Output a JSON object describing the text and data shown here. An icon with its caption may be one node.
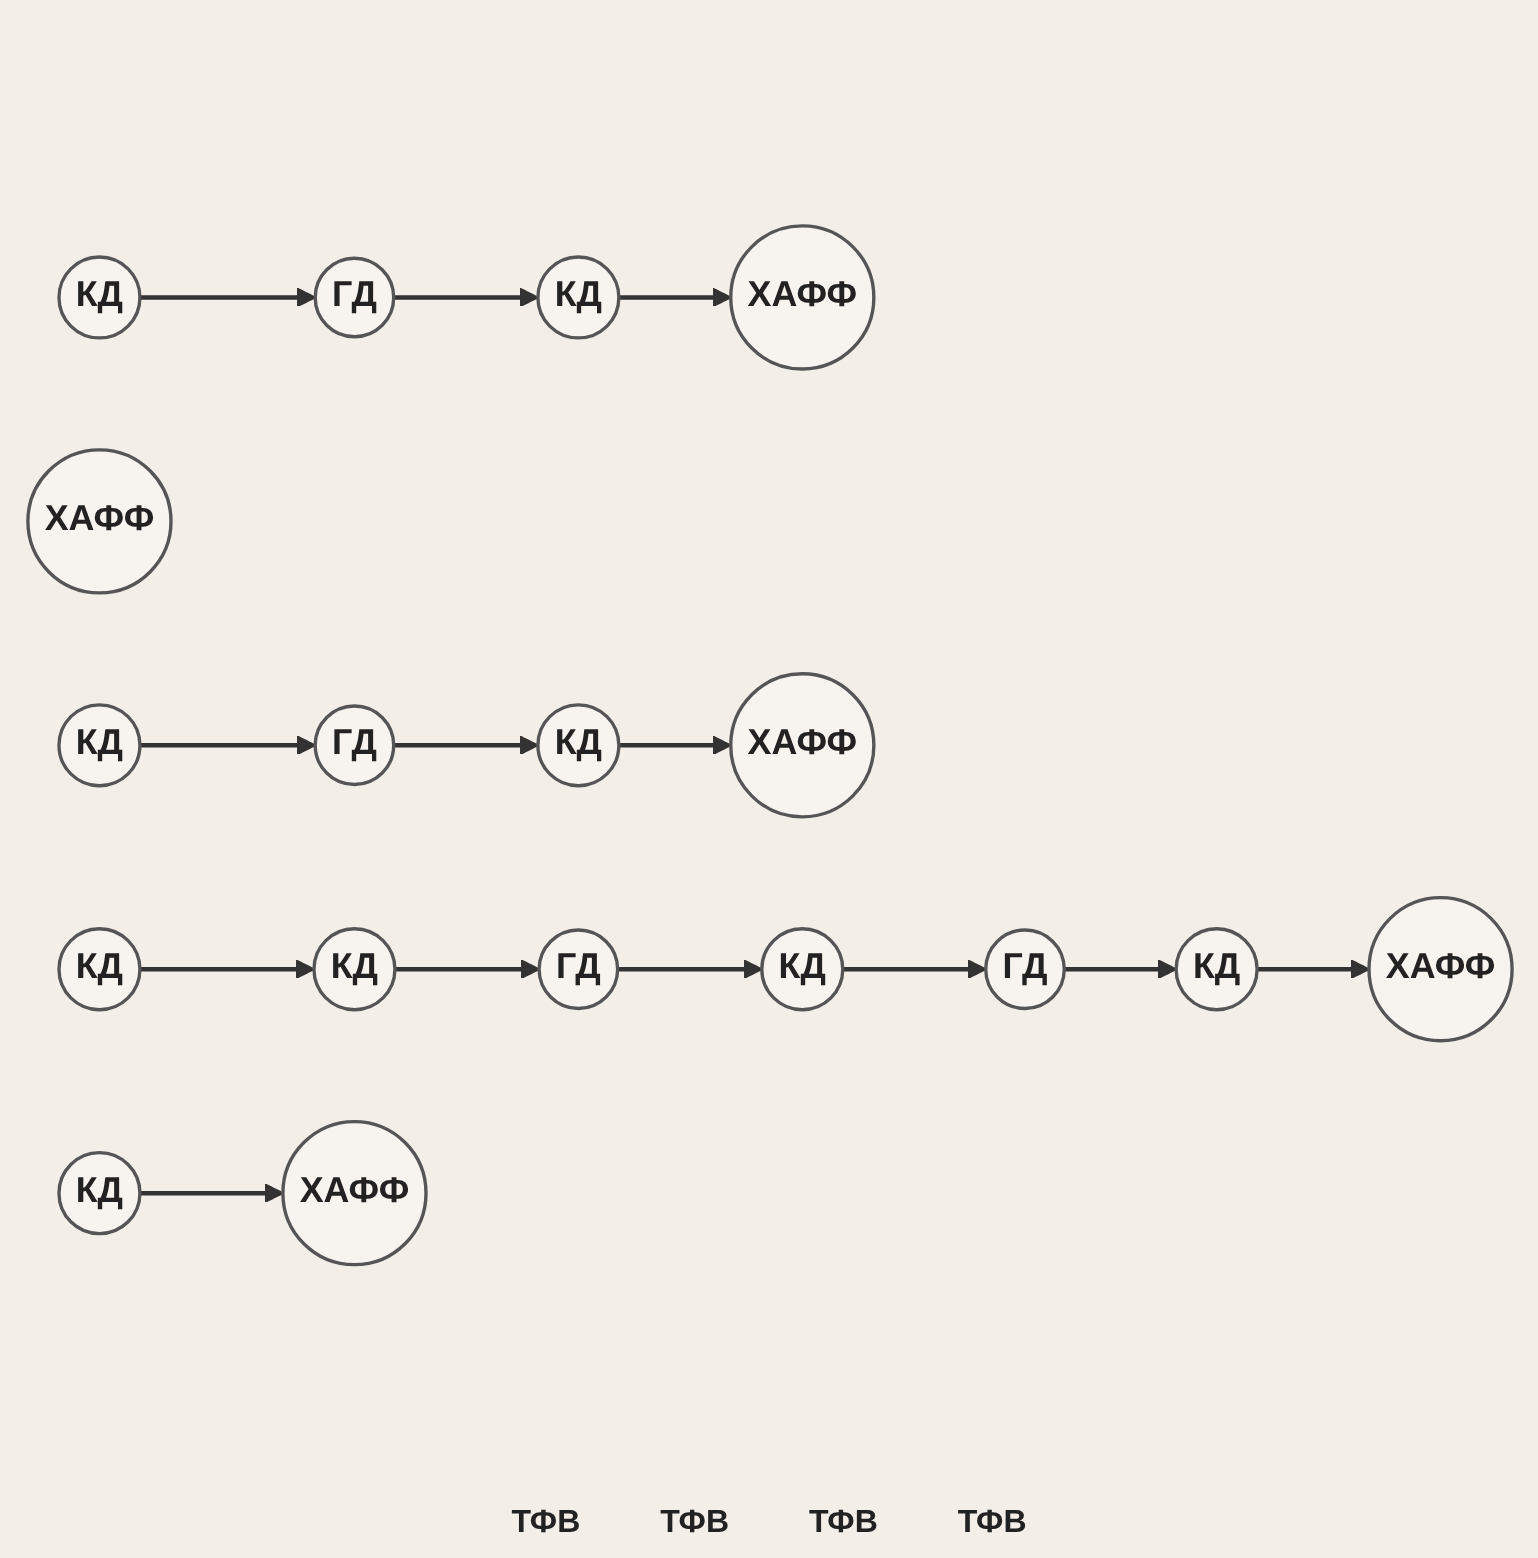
{
  "diagram": {
    "nodes": [
      {
        "text": [
          "ГД"
        ]
      },
      {
        "text": [
          "КД"
        ]
      },
      {
        "text": [
          "КД"
        ]
      },
      {
        "text": [
          "ХАФФ"
        ]
      },
      {
        "text": [
          "ХАФФ"
        ]
      },
      {
        "text": [
          "ГД"
        ]
      },
      {
        "text": [
          "КД"
        ]
      },
      {
        "text": [
          "КД"
        ]
      },
      {
        "text": [
          "ХАФФ"
        ]
      },
      {
        "text": [
          "ГД"
        ]
      },
      {
        "text": [
          "КД"
        ]
      },
      {
        "text": [
          "ГД"
        ]
      },
      {
        "text": [
          "КД"
        ]
      },
      {
        "text": [
          "КД"
        ]
      },
      {
        "text": [
          "ХАФФ"
        ]
      },
      {
        "text": [
          "КД"
        ]
      },
      {
        "text": [
          "ХАФФ"
        ]
      },
      {
        "text": [
          "КД"
        ]
      }
    ],
    "edges": [
      {
        "from": 2,
        "to": 0,
        "arrow": "to"
      },
      {
        "from": 0,
        "to": 1,
        "arrow": "to"
      },
      {
        "from": 1,
        "to": 4,
        "arrow": "to"
      },
      {
        "from": 7,
        "to": 5,
        "arrow": "to"
      },
      {
        "from": 5,
        "to": 6,
        "arrow": "to"
      },
      {
        "from": 6,
        "to": 8,
        "arrow": "to"
      },
      {
        "from": 13,
        "to": 9,
        "arrow": "to"
      },
      {
        "from": 9,
        "to": 10,
        "arrow": "to"
      },
      {
        "from": 10,
        "to": 11,
        "arrow": "to"
      },
      {
        "from": 11,
        "to": 12,
        "arrow": "to"
      },
      {
        "from": 12,
        "to": 14,
        "arrow": "to"
      },
      {
        "from": 17,
        "to": 16,
        "arrow": "to"
      },
      {
        "from": 15,
        "to": 13,
        "arrow": "to"
      }
    ],
    "labels": [
      "ТФВ",
      "ТФВ",
      "ТФВ",
      "ТФВ"
    ]
  }
}
